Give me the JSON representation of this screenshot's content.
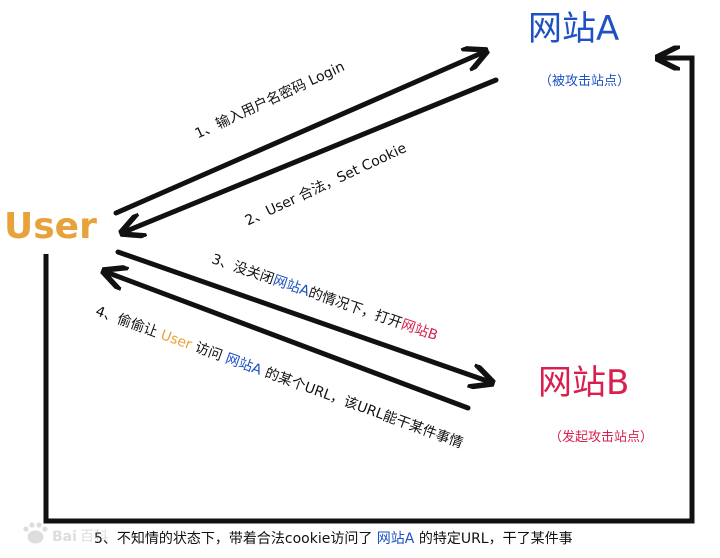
{
  "nodes": {
    "user": "User",
    "site_a": {
      "title": "网站A",
      "subtitle": "（被攻击站点）"
    },
    "site_b": {
      "title": "网站B",
      "subtitle": "（发起攻击站点）"
    }
  },
  "steps": {
    "step1": "1、输入用户名密码 Login",
    "step2": "2、User 合法，Set Cookie",
    "step3": {
      "p1": "3、没关闭",
      "site_a": "网站A",
      "p2": "的情况下，打开",
      "site_b": "网站B"
    },
    "step4": {
      "p1": "4、偷偷让 ",
      "user": "User",
      "p2": " 访问 ",
      "site_a": "网站A",
      "p3": " 的某个URL，该URL能干某件事情"
    },
    "step5": {
      "p1": "5、不知情的状态下，带着合法cookie访问了 ",
      "site_a": "网站A",
      "p2": " 的特定URL，干了某件事"
    }
  },
  "colors": {
    "user": "#E8A23B",
    "site_a": "#1E52C4",
    "site_b": "#D8204E",
    "arrow": "#111111"
  },
  "watermark": {
    "type": "logo-watermark",
    "text": "Bai百科"
  }
}
